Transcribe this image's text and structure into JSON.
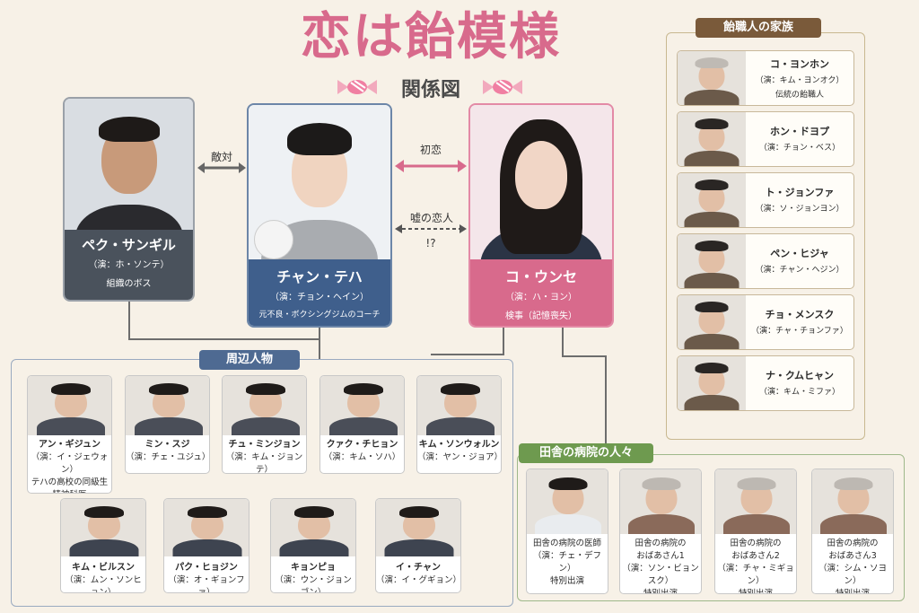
{
  "header": {
    "title": "恋は飴模様",
    "subtitle": "関係図"
  },
  "main": {
    "baek": {
      "name": "ペク・サンギル",
      "actor": "（演：ホ・ソンテ）",
      "role": "組織のボス"
    },
    "jang": {
      "name": "チャン・テハ",
      "actor": "（演：チョン・ヘイン）",
      "role": "元不良・ボクシングジムのコーチ"
    },
    "ko": {
      "name": "コ・ウンセ",
      "actor": "（演：ハ・ヨン）",
      "role": "検事（記憶喪失）"
    }
  },
  "relations": {
    "rivalry": "敵対",
    "first_love": "初恋",
    "fake_lover": "嘘の恋人",
    "question": "!?"
  },
  "family": {
    "title": "飴職人の家族",
    "members": [
      {
        "name": "コ・ヨンホン",
        "actor": "（演：キム・ヨンオク）",
        "role": "伝統の飴職人"
      },
      {
        "name": "ホン・ドヨプ",
        "actor": "（演：チョン・ベス）",
        "role": ""
      },
      {
        "name": "ト・ジョンファ",
        "actor": "（演：ソ・ジョンヨン）",
        "role": ""
      },
      {
        "name": "ペン・ヒジャ",
        "actor": "（演：チャン・ヘジン）",
        "role": ""
      },
      {
        "name": "チョ・メンスク",
        "actor": "（演：チャ・チョンファ）",
        "role": ""
      },
      {
        "name": "ナ・クムヒャン",
        "actor": "（演：キム・ミファ）",
        "role": ""
      }
    ]
  },
  "surrounding": {
    "title": "周辺人物",
    "row1": [
      {
        "name": "アン・ギジュン",
        "actor": "（演：イ・ジェウォン）",
        "role1": "テハの高校の同級生",
        "role2": "精神科医"
      },
      {
        "name": "ミン・スジ",
        "actor": "（演：チェ・ユジュ）",
        "role1": "",
        "role2": ""
      },
      {
        "name": "チュ・ミンジョン",
        "actor": "（演：キム・ジョンテ）",
        "role1": "",
        "role2": ""
      },
      {
        "name": "クァク・チヒョン",
        "actor": "（演：キム・ソハ）",
        "role1": "",
        "role2": ""
      },
      {
        "name": "キム・ソンウォルン",
        "actor": "（演：ヤン・ジョア）",
        "role1": "",
        "role2": ""
      }
    ],
    "row2": [
      {
        "name": "キム・ビルスン",
        "actor": "（演：ムン・ソンヒョン）"
      },
      {
        "name": "パク・ヒョジン",
        "actor": "（演：オ・ギョンファ）"
      },
      {
        "name": "キョンピョ",
        "actor": "（演：ウン・ジョンゴン）"
      },
      {
        "name": "イ・チャン",
        "actor": "（演：イ・グギョン）"
      }
    ]
  },
  "hospital": {
    "title": "田舎の病院の人々",
    "members": [
      {
        "l1": "田舎の病院の医師",
        "l2": "（演：チェ・デフン）",
        "l3": "特別出演"
      },
      {
        "l1": "田舎の病院の",
        "l2": "おばあさん1",
        "l3": "（演：ソン・ビョンスク）",
        "l4": "特別出演"
      },
      {
        "l1": "田舎の病院の",
        "l2": "おばあさん2",
        "l3": "（演：チャ・ミギョン）",
        "l4": "特別出演"
      },
      {
        "l1": "田舎の病院の",
        "l2": "おばあさん3",
        "l3": "（演：シム・ソヨン）",
        "l4": "特別出演"
      }
    ]
  },
  "colors": {
    "pink": "#d86a8c",
    "navy": "#3f5f8c",
    "slate": "#4b5563",
    "brown": "#7a5a3a",
    "green": "#6e9a4f"
  }
}
